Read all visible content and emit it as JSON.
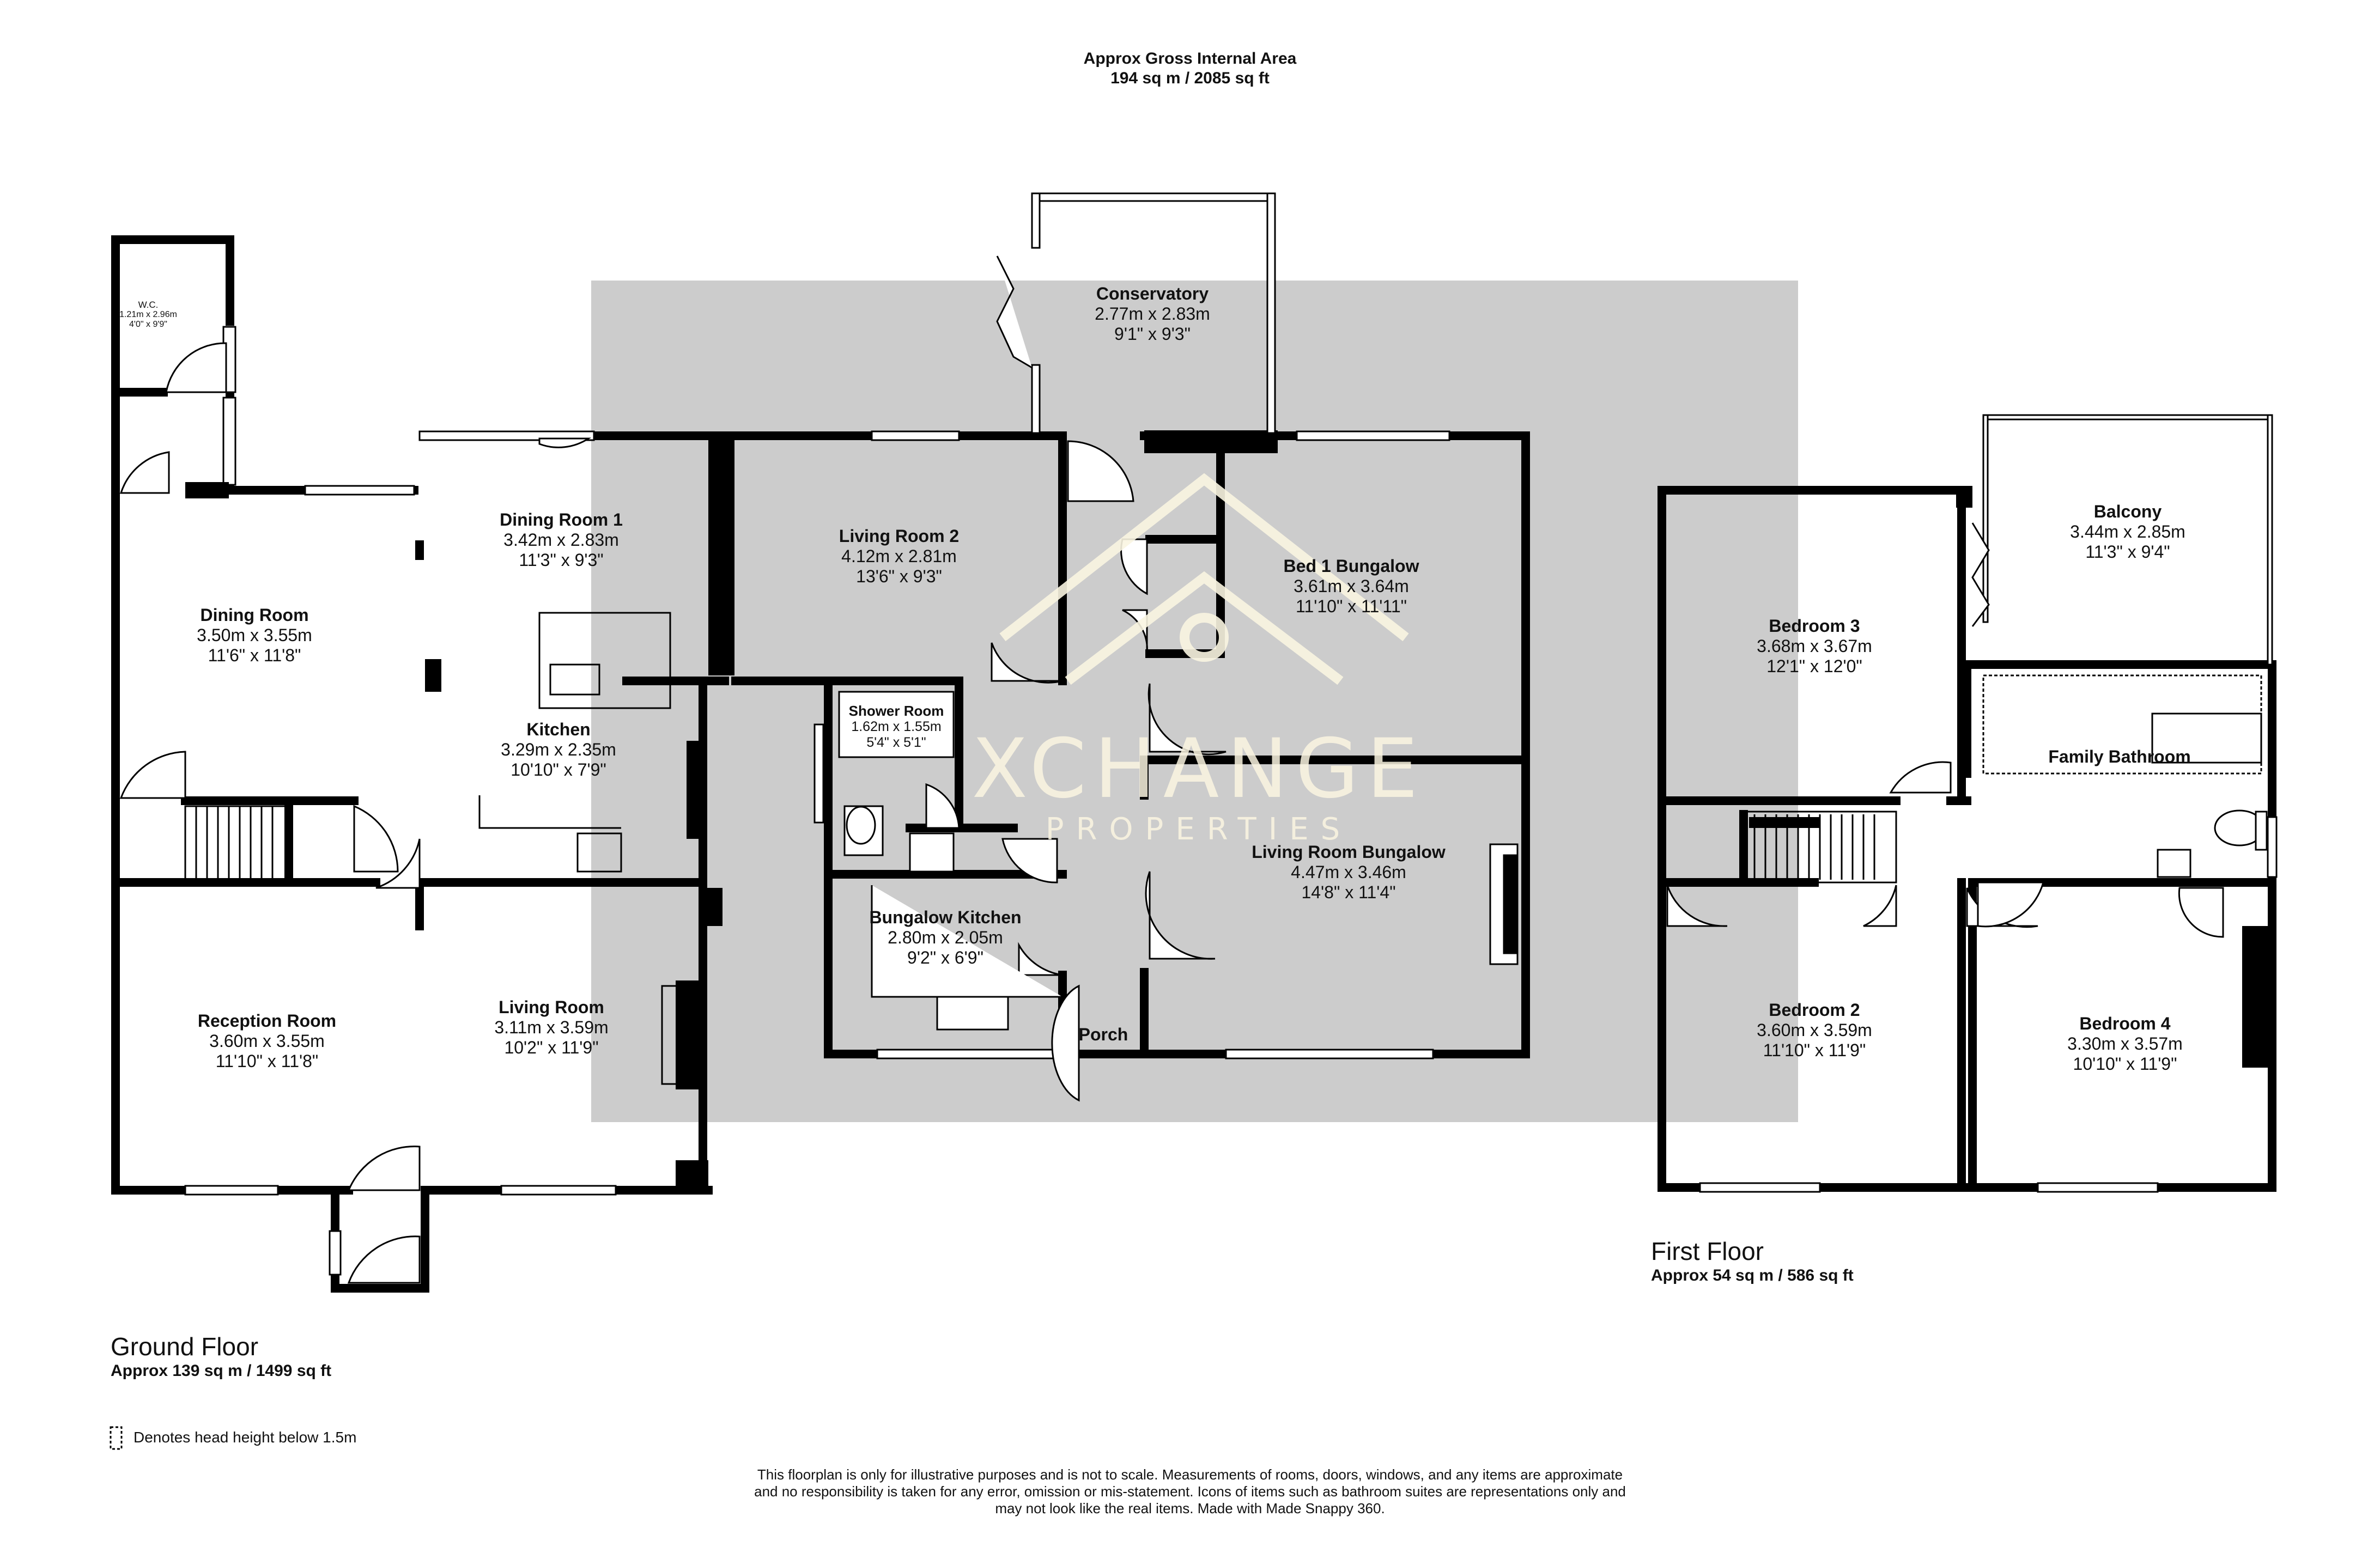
{
  "header": {
    "title": "Approx Gross Internal Area",
    "area": "194 sq m / 2085 sq ft"
  },
  "watermark": {
    "brand": "XCHANGE",
    "sub": "PROPERTIES"
  },
  "rooms": {
    "wc": {
      "name": "W.C.",
      "metric": "1.21m x 2.96m",
      "imperial": "4'0\" x 9'9\""
    },
    "dining_room": {
      "name": "Dining Room",
      "metric": "3.50m x 3.55m",
      "imperial": "11'6\" x 11'8\""
    },
    "dining_room_1": {
      "name": "Dining Room 1",
      "metric": "3.42m x 2.83m",
      "imperial": "11'3\" x 9'3\""
    },
    "kitchen": {
      "name": "Kitchen",
      "metric": "3.29m x 2.35m",
      "imperial": "10'10\" x 7'9\""
    },
    "reception_room": {
      "name": "Reception Room",
      "metric": "3.60m x 3.55m",
      "imperial": "11'10\" x 11'8\""
    },
    "living_room": {
      "name": "Living Room",
      "metric": "3.11m x 3.59m",
      "imperial": "10'2\" x 11'9\""
    },
    "living_room_2": {
      "name": "Living Room 2",
      "metric": "4.12m x 2.81m",
      "imperial": "13'6\" x 9'3\""
    },
    "conservatory": {
      "name": "Conservatory",
      "metric": "2.77m x 2.83m",
      "imperial": "9'1\" x 9'3\""
    },
    "bed_1_bungalow": {
      "name": "Bed 1 Bungalow",
      "metric": "3.61m x 3.64m",
      "imperial": "11'10\" x 11'11\""
    },
    "shower_room": {
      "name": "Shower Room",
      "metric": "1.62m x 1.55m",
      "imperial": "5'4\" x 5'1\""
    },
    "bungalow_kitchen": {
      "name": "Bungalow Kitchen",
      "metric": "2.80m x 2.05m",
      "imperial": "9'2\" x 6'9\""
    },
    "living_room_bungalow": {
      "name": "Living Room Bungalow",
      "metric": "4.47m x 3.46m",
      "imperial": "14'8\" x 11'4\""
    },
    "porch": {
      "name": "Porch"
    },
    "bedroom_3": {
      "name": "Bedroom 3",
      "metric": "3.68m x 3.67m",
      "imperial": "12'1\" x 12'0\""
    },
    "balcony": {
      "name": "Balcony",
      "metric": "3.44m x 2.85m",
      "imperial": "11'3\" x 9'4\""
    },
    "family_bathroom": {
      "name": "Family Bathroom"
    },
    "bedroom_2": {
      "name": "Bedroom 2",
      "metric": "3.60m x 3.59m",
      "imperial": "11'10\" x 11'9\""
    },
    "bedroom_4": {
      "name": "Bedroom 4",
      "metric": "3.30m x 3.57m",
      "imperial": "10'10\" x 11'9\""
    }
  },
  "floors": {
    "ground": {
      "name": "Ground Floor",
      "area": "Approx 139 sq m / 1499 sq ft"
    },
    "first": {
      "name": "First Floor",
      "area": "Approx 54 sq m / 586 sq ft"
    }
  },
  "legend": {
    "text": "Denotes head height below 1.5m"
  },
  "disclaimer": {
    "line1": "This floorplan is only for illustrative purposes and is not to scale. Measurements of rooms, doors, windows, and any items are approximate",
    "line2": "and no responsibility is taken for any error, omission or mis-statement. Icons of items such as bathroom suites are representations only and",
    "line3": "may not look like the real items. Made with Made Snappy 360."
  }
}
